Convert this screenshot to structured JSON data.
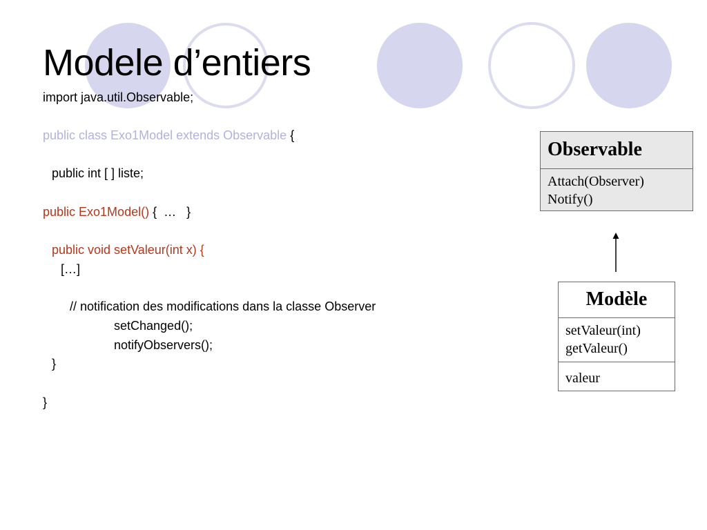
{
  "slide": {
    "title": "Modele d’entiers"
  },
  "code": {
    "import": "import java.util.Observable;",
    "class_decl": "public class Exo1Model extends Observable",
    "class_open_brace": " {",
    "field": "public int [ ] liste;",
    "ctor_sig": "public Exo1Model()",
    "ctor_body": " {  …   }",
    "method_sig": "public void setValeur(int x) {",
    "method_body": "[…]",
    "comment": "// notification des modifications dans la classe Observer",
    "call_changed": "setChanged();",
    "call_notify": "notifyObservers();",
    "method_close": "}",
    "class_close": "}"
  },
  "uml": {
    "observable": {
      "name": "Observable",
      "operations": [
        "Attach(Observer)",
        "Notify()"
      ]
    },
    "modele": {
      "name": "Modèle",
      "operations": [
        "setValeur(int)",
        "getValeur()"
      ],
      "attributes": [
        "valeur"
      ]
    }
  },
  "colors": {
    "circle_fill": "#d6d6ee",
    "circle_stroke": "#dcdcf0",
    "keyword_lavender": "#b2b2e0",
    "keyword_red": "#b5371c"
  }
}
